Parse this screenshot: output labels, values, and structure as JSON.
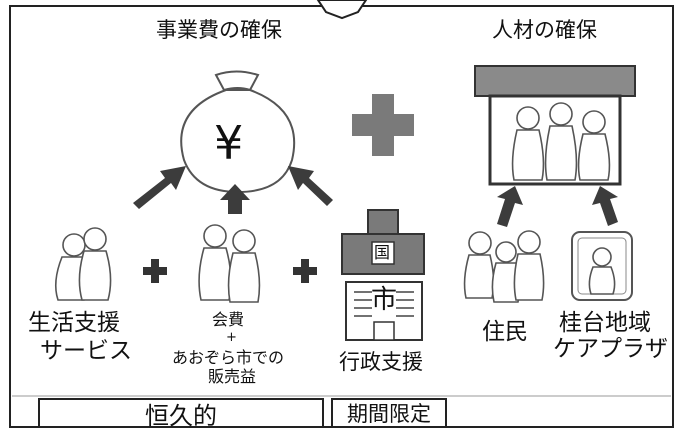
{
  "headings": {
    "funding": "事業費の確保",
    "personnel": "人材の確保"
  },
  "money_bag": {
    "symbol": "¥"
  },
  "labels": {
    "life_support_line1": "生活支援",
    "life_support_line2": "サービス",
    "fees_line1": "会費",
    "fees_plus": "+",
    "fees_line3": "あおぞら市での",
    "fees_line4": "販売益",
    "admin_support": "行政支援",
    "residents": "住民",
    "care_plaza_line1": "桂台地域",
    "care_plaza_line2": "ケアプラザ",
    "national_kanji": "国",
    "city_kanji": "市"
  },
  "footer": {
    "permanent": "恒久的",
    "limited": "期間限定"
  },
  "colors": {
    "dark_gray": "#3c3c3c",
    "mid_gray": "#7a7a7a",
    "light_gray": "#9a9a9a",
    "figure_fill": "#ffffff"
  }
}
